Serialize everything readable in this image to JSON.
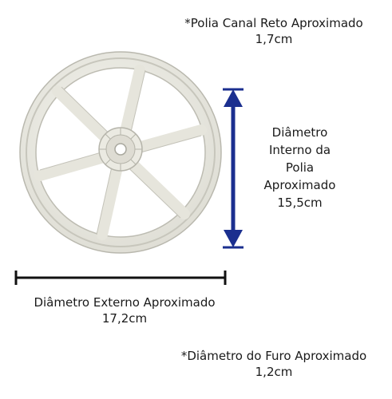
{
  "annotations": {
    "channel": {
      "line1": "*Polia Canal Reto Aproximado",
      "line2": "1,7cm"
    },
    "internal_diameter": {
      "lines": [
        "Diâmetro",
        "Interno da",
        "Polia",
        "Aproximado",
        "15,5cm"
      ]
    },
    "external_diameter": {
      "line1": "Diâmetro Externo Aproximado",
      "line2": "17,2cm"
    },
    "hole_diameter": {
      "line1": "*Diâmetro do Furo Aproximado",
      "line2": "1,2cm"
    }
  },
  "colors": {
    "vertical_arrow": "#1b2f8f",
    "horizontal_bar": "#111111",
    "pulley_body": "#eeeee6",
    "pulley_shadow": "#c9c8bf"
  },
  "icons": {
    "pulley": "pulley-wheel-image"
  }
}
